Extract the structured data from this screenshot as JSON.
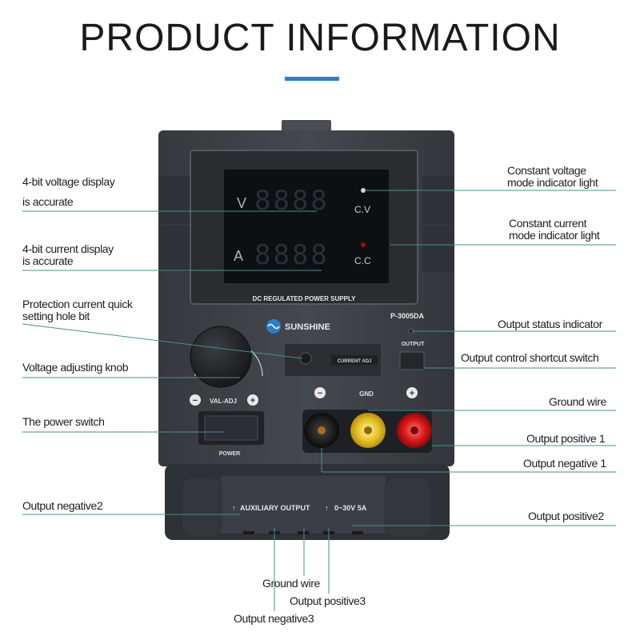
{
  "title": "PRODUCT INFORMATION",
  "colors": {
    "accent": "#2a7ec8",
    "device_body": "#3c3f45",
    "leader_line": "#4a8f8f"
  },
  "device": {
    "panel_text": "DC REGULATED POWER SUPPLY",
    "model": "P-3005DA",
    "brand": "SUNSHINE",
    "voltage_unit": "V",
    "current_unit": "A",
    "cv_label": "C.V",
    "cc_label": "C.C",
    "voltage_digits": "8888",
    "current_digits": "8888",
    "current_adj": "CURRENT ADJ",
    "output_btn": "OUTPUT",
    "knob_label": "VAL-ADJ",
    "minus": "−",
    "plus": "+",
    "gnd": "GND",
    "power": "POWER",
    "aux_output": "AUXILIARY OUTPUT",
    "aux_range": "0~30V 5A"
  },
  "labels": {
    "voltage_display_1": "4-bit voltage display",
    "voltage_display_2": "is accurate",
    "current_display_1": "4-bit current display",
    "current_display_2": "is accurate",
    "protection_1": "Protection current quick",
    "protection_2": "setting hole bit",
    "voltage_knob": "Voltage adjusting knob",
    "power_switch": "The power switch",
    "output_negative2": "Output negative2",
    "cv_light_1": "Constant voltage",
    "cv_light_2": "mode indicator light",
    "cc_light_1": "Constant current",
    "cc_light_2": "mode indicator light",
    "output_status": "Output status indicator",
    "output_switch": "Output control shortcut switch",
    "ground_wire": "Ground wire",
    "output_positive1": "Output positive 1",
    "output_negative1": "Output negative 1",
    "output_positive2": "Output positive2",
    "ground_wire2": "Ground wire",
    "output_positive3": "Output positive3",
    "output_negative3": "Output negative3"
  }
}
